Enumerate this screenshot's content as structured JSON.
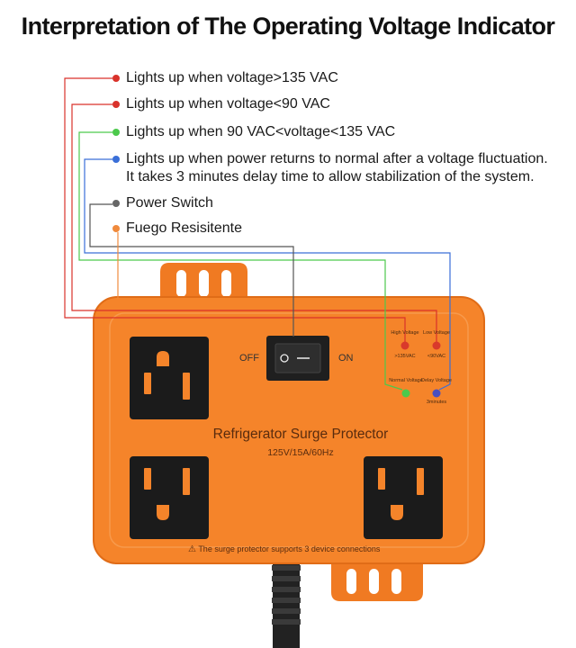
{
  "title": "Interpretation of The Operating Voltage Indicator",
  "legend": [
    {
      "text": "Lights up when voltage>135 VAC",
      "color": "#d9322b"
    },
    {
      "text": "Lights up when voltage<90 VAC",
      "color": "#d9322b"
    },
    {
      "text": "Lights up when 90 VAC<voltage<135 VAC",
      "color": "#4cc94c"
    },
    {
      "text": "Lights up when power returns to normal after a voltage fluctuation.",
      "text2": "It takes 3 minutes delay time to allow stabilization of the system.",
      "color": "#3a6fd8"
    },
    {
      "text": "Power Switch",
      "color": "#666666"
    },
    {
      "text": "Fuego Resisitente",
      "color": "#f08a3c"
    }
  ],
  "device": {
    "body_color": "#f5842a",
    "product_name": "Refrigerator Surge Protector",
    "rating": "125V/15A/60Hz",
    "switch_off": "OFF",
    "switch_on": "ON",
    "indicators": [
      {
        "label": "High Voltage",
        "sub": ">135VAC",
        "color": "#d93a2b"
      },
      {
        "label": "Low Voltage",
        "sub": "<90VAC",
        "color": "#d93a2b"
      },
      {
        "label": "Normal Voltage",
        "sub": "",
        "color": "#4cc94c"
      },
      {
        "label": "Delay Voltage",
        "sub": "3minutes",
        "color": "#4a4fc0"
      }
    ],
    "warning": "The surge protector supports 3 device connections",
    "warning_icon": "warning-triangle-icon"
  }
}
